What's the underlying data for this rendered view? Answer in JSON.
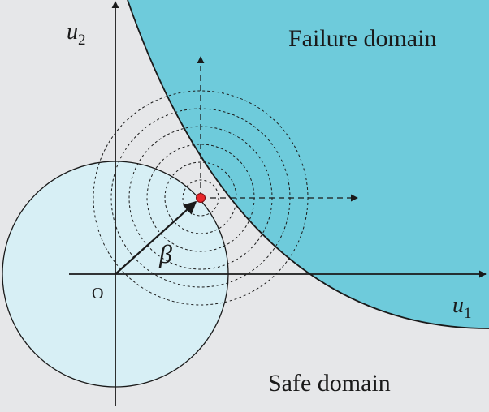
{
  "labels": {
    "failure_domain": "Failure domain",
    "safe_domain": "Safe domain",
    "axis_u1": "u",
    "axis_u1_sub": "1",
    "axis_u2": "u",
    "axis_u2_sub": "2",
    "origin": "O",
    "beta": "β"
  },
  "colors": {
    "background": "#e6e7e9",
    "failure_region": "#6ecbdb",
    "safe_circle": "#d7eff5",
    "design_point": "#e8262a",
    "axis": "#1a1a1a"
  }
}
